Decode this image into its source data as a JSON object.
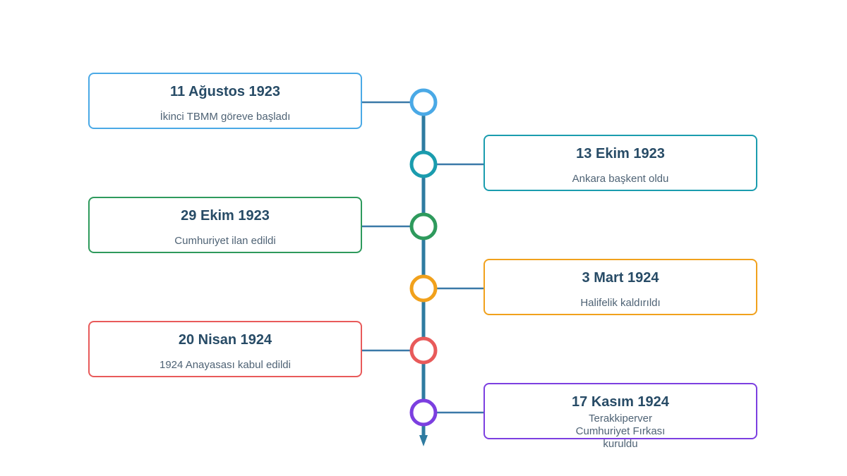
{
  "colors": {
    "axis": "#2e7ba0",
    "connector": "#3a79a8",
    "date_text": "#274b66",
    "desc_text": "#4f6375"
  },
  "events": [
    {
      "date": "11 Ağustos 1923",
      "description": "İkinci TBMM göreve başladı",
      "side": "left",
      "color": "#4aa9e6"
    },
    {
      "date": "13 Ekim 1923",
      "description": "Ankara başkent oldu",
      "side": "right",
      "color": "#1a9cae"
    },
    {
      "date": "29 Ekim 1923",
      "description": "Cumhuriyet ilan edildi",
      "side": "left",
      "color": "#2e9a5c"
    },
    {
      "date": "3 Mart 1924",
      "description": "Halifelik kaldırıldı",
      "side": "right",
      "color": "#f1a11c"
    },
    {
      "date": "20 Nisan 1924",
      "description": "1924 Anayasası kabul edildi",
      "side": "left",
      "color": "#e85a5a"
    },
    {
      "date": "17 Kasım 1924",
      "description": "Terakkiperver Cumhuriyet Fırkası kuruldu",
      "side": "right",
      "color": "#7c3fe0"
    }
  ]
}
